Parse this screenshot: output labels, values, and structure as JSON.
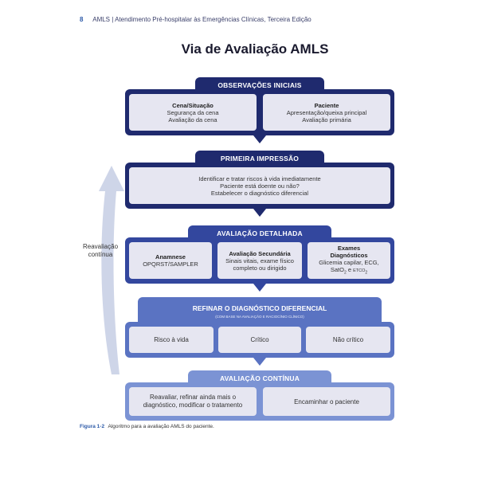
{
  "header": {
    "page_number": "8",
    "book_title": "AMLS | Atendimento Pré-hospitalar às Emergências Clínicas, Terceira Edição"
  },
  "title": "Via de Avaliação AMLS",
  "loop_label": {
    "line1": "Reavaliação",
    "line2": "contínua"
  },
  "colors": {
    "dark": "#1f2a6e",
    "mid": "#33479e",
    "light": "#5a73c2",
    "lighter": "#7b93d4",
    "panel": "#e6e6f1"
  },
  "observacoes": {
    "label": "OBSERVAÇÕES INICIAIS",
    "left": {
      "title": "Cena/Situação",
      "lines": [
        "Segurança da cena",
        "Avaliação da cena"
      ]
    },
    "right": {
      "title": "Paciente",
      "lines": [
        "Apresentação/queixa principal",
        "Avaliação primária"
      ]
    }
  },
  "primeira": {
    "label": "PRIMEIRA IMPRESSÃO",
    "lines": [
      "Identificar e tratar riscos à vida imediatamente",
      "Paciente está doente ou não?",
      "Estabelecer o diagnóstico diferencial"
    ]
  },
  "detalhada": {
    "label": "AVALIAÇÃO DETALHADA",
    "col1": {
      "title": "Anamnese",
      "lines": [
        "OPQRST/SAMPLER"
      ]
    },
    "col2": {
      "title": "Avaliação Secundária",
      "lines": [
        "Sinais vitais, exame físico",
        "completo ou dirigido"
      ]
    },
    "col3": {
      "title_line1": "Exames",
      "title_line2": "Diagnósticos",
      "line1": "Glicemia capilar, ECG,",
      "sat": "SatO",
      "sat_sub": "2",
      "e": "e",
      "etco": "ETCO",
      "etco_sub": "2"
    }
  },
  "refinar": {
    "label": "REFINAR O DIAGNÓSTICO DIFERENCIAL",
    "sublabel": "(COM BASE NA AVALIAÇÃO E RACIOCÍNIO CLÍNICO)",
    "boxes": [
      "Risco à vida",
      "Crítico",
      "Não crítico"
    ]
  },
  "continua": {
    "label": "AVALIAÇÃO CONTÍNUA",
    "left_lines": [
      "Reavaliar, refinar ainda mais o",
      "diagnóstico, modificar o tratamento"
    ],
    "right": "Encaminhar o paciente"
  },
  "caption": {
    "fig": "Figura 1-2",
    "text": "Algoritmo para a avaliação AMLS do paciente."
  }
}
